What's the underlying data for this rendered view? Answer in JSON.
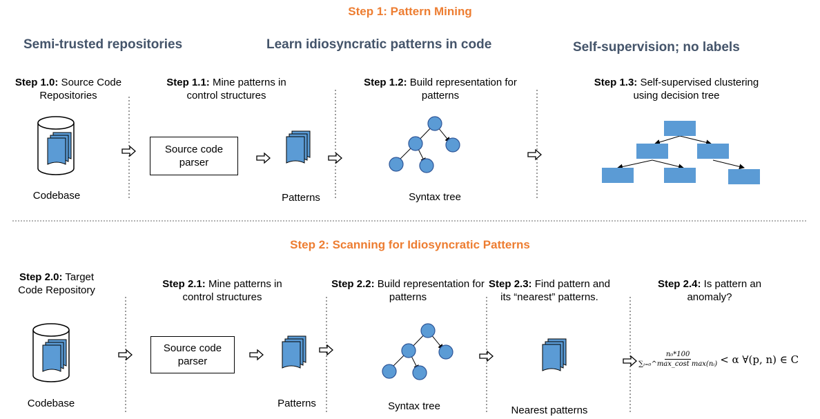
{
  "step1": {
    "title": "Step 1: Pattern Mining",
    "headers": [
      "Semi-trusted repositories",
      "Learn idiosyncratic patterns in code",
      "Self-supervision; no labels"
    ],
    "s10": {
      "bold": "Step 1.0:",
      "text": " Source Code Repositories",
      "label": "Codebase"
    },
    "s11": {
      "bold": "Step 1.1:",
      "text": " Mine patterns in control structures",
      "parser": "Source code parser",
      "label": "Patterns"
    },
    "s12": {
      "bold": "Step 1.2:",
      "text": " Build representation for patterns",
      "label": "Syntax tree"
    },
    "s13": {
      "bold": "Step 1.3:",
      "text": " Self-supervised clustering using decision tree"
    }
  },
  "step2": {
    "title": "Step 2: Scanning for Idiosyncratic Patterns",
    "s20": {
      "bold": "Step 2.0:",
      "text": " Target Code Repository",
      "label": "Codebase"
    },
    "s21": {
      "bold": "Step 2.1:",
      "text": " Mine patterns in control structures",
      "parser": "Source code parser",
      "label": "Patterns"
    },
    "s22": {
      "bold": "Step 2.2:",
      "text": " Build representation for patterns",
      "label": "Syntax tree"
    },
    "s23": {
      "bold": "Step 2.3:",
      "text": " Find pattern and its “nearest” patterns.",
      "label": "Nearest patterns"
    },
    "s24": {
      "bold": "Step 2.4:",
      "text": " Is pattern an anomaly?"
    },
    "formula": {
      "numerator": "n₀*100",
      "denominator": "∑ᵢ₌₀^max_cost max(nᵢ)",
      "rest": "< α ∀(p, n) ∈ C"
    }
  },
  "colors": {
    "accent": "#ed7d31",
    "header": "#44546a",
    "node": "#5b9bd5",
    "node_stroke": "#2e5597"
  }
}
